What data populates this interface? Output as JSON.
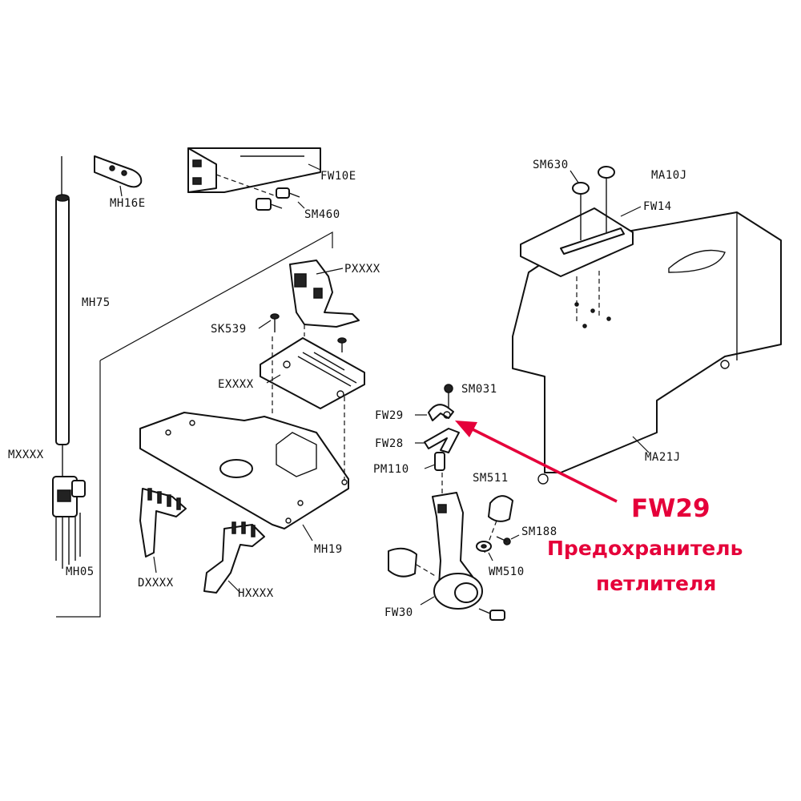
{
  "labels": {
    "MH16E": "MH16E",
    "FW10E": "FW10E",
    "SM460": "SM460",
    "SM630": "SM630",
    "MA10J": "MA10J",
    "FW14": "FW14",
    "MH75": "MH75",
    "PXXXX": "PXXXX",
    "SK539": "SK539",
    "EXXXX": "EXXXX",
    "SM031": "SM031",
    "FW29": "FW29",
    "FW28": "FW28",
    "PM110": "PM110",
    "MA21J": "MA21J",
    "MXXXX": "MXXXX",
    "SM511": "SM511",
    "SM188": "SM188",
    "WM510": "WM510",
    "MH05": "MH05",
    "DXXXX": "DXXXX",
    "HXXXX": "HXXXX",
    "MH19": "MH19",
    "FW30": "FW30"
  },
  "callout": {
    "code": "FW29",
    "description_line1": "Предохранитель",
    "description_line2": "петлителя",
    "color": "#e5003a"
  }
}
